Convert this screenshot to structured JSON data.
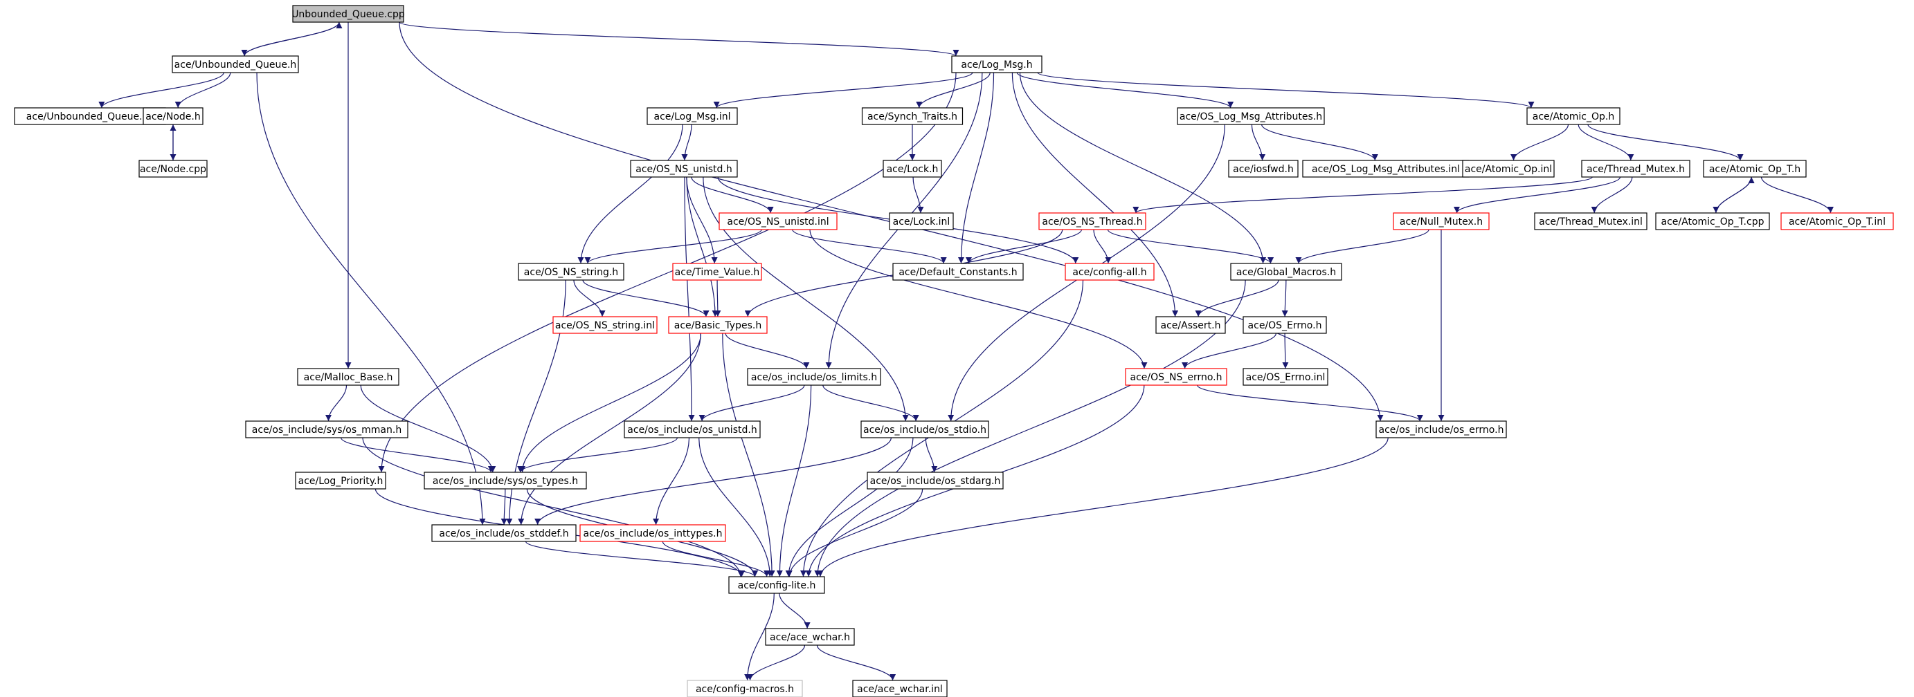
{
  "colors": {
    "edge": "#191970",
    "border_normal": "#000000",
    "border_truncated": "#ff0000",
    "border_external": "#bfbfbf",
    "root_fill": "#bfbfbf",
    "node_fill": "#ffffff",
    "text": "#000000"
  },
  "nodes": [
    {
      "id": "unbounded_queue_cpp",
      "label": "Unbounded_Queue.cpp",
      "style": "root"
    },
    {
      "id": "unbounded_queue_h",
      "label": "ace/Unbounded_Queue.h",
      "style": "normal"
    },
    {
      "id": "log_msg_h",
      "label": "ace/Log_Msg.h",
      "style": "normal"
    },
    {
      "id": "unbounded_queue_inl",
      "label": "ace/Unbounded_Queue.inl",
      "style": "normal"
    },
    {
      "id": "node_h",
      "label": "ace/Node.h",
      "style": "normal"
    },
    {
      "id": "node_cpp",
      "label": "ace/Node.cpp",
      "style": "normal"
    },
    {
      "id": "log_msg_inl",
      "label": "ace/Log_Msg.inl",
      "style": "normal"
    },
    {
      "id": "synch_traits_h",
      "label": "ace/Synch_Traits.h",
      "style": "normal"
    },
    {
      "id": "os_log_msg_attributes_h",
      "label": "ace/OS_Log_Msg_Attributes.h",
      "style": "normal"
    },
    {
      "id": "atomic_op_h",
      "label": "ace/Atomic_Op.h",
      "style": "normal"
    },
    {
      "id": "os_ns_unistd_h",
      "label": "ace/OS_NS_unistd.h",
      "style": "normal"
    },
    {
      "id": "lock_h",
      "label": "ace/Lock.h",
      "style": "normal"
    },
    {
      "id": "iosfwd_h",
      "label": "ace/iosfwd.h",
      "style": "normal"
    },
    {
      "id": "os_log_msg_attributes_inl",
      "label": "ace/OS_Log_Msg_Attributes.inl",
      "style": "normal"
    },
    {
      "id": "atomic_op_inl",
      "label": "ace/Atomic_Op.inl",
      "style": "normal"
    },
    {
      "id": "thread_mutex_h",
      "label": "ace/Thread_Mutex.h",
      "style": "normal"
    },
    {
      "id": "atomic_op_t_h",
      "label": "ace/Atomic_Op_T.h",
      "style": "normal"
    },
    {
      "id": "os_ns_unistd_inl",
      "label": "ace/OS_NS_unistd.inl",
      "style": "truncated"
    },
    {
      "id": "lock_inl",
      "label": "ace/Lock.inl",
      "style": "normal"
    },
    {
      "id": "os_ns_thread_h",
      "label": "ace/OS_NS_Thread.h",
      "style": "truncated"
    },
    {
      "id": "null_mutex_h",
      "label": "ace/Null_Mutex.h",
      "style": "truncated"
    },
    {
      "id": "thread_mutex_inl",
      "label": "ace/Thread_Mutex.inl",
      "style": "normal"
    },
    {
      "id": "atomic_op_t_cpp",
      "label": "ace/Atomic_Op_T.cpp",
      "style": "normal"
    },
    {
      "id": "atomic_op_t_inl",
      "label": "ace/Atomic_Op_T.inl",
      "style": "truncated"
    },
    {
      "id": "os_ns_string_h",
      "label": "ace/OS_NS_string.h",
      "style": "normal"
    },
    {
      "id": "time_value_h",
      "label": "ace/Time_Value.h",
      "style": "truncated"
    },
    {
      "id": "default_constants_h",
      "label": "ace/Default_Constants.h",
      "style": "normal"
    },
    {
      "id": "config_all_h",
      "label": "ace/config-all.h",
      "style": "truncated"
    },
    {
      "id": "global_macros_h",
      "label": "ace/Global_Macros.h",
      "style": "normal"
    },
    {
      "id": "os_ns_string_inl",
      "label": "ace/OS_NS_string.inl",
      "style": "truncated"
    },
    {
      "id": "basic_types_h",
      "label": "ace/Basic_Types.h",
      "style": "truncated"
    },
    {
      "id": "assert_h",
      "label": "ace/Assert.h",
      "style": "normal"
    },
    {
      "id": "os_errno_h",
      "label": "ace/OS_Errno.h",
      "style": "normal"
    },
    {
      "id": "malloc_base_h",
      "label": "ace/Malloc_Base.h",
      "style": "normal"
    },
    {
      "id": "os_include_os_limits_h",
      "label": "ace/os_include/os_limits.h",
      "style": "normal"
    },
    {
      "id": "os_ns_errno_h",
      "label": "ace/OS_NS_errno.h",
      "style": "truncated"
    },
    {
      "id": "os_errno_inl",
      "label": "ace/OS_Errno.inl",
      "style": "normal"
    },
    {
      "id": "os_include_sys_os_mman_h",
      "label": "ace/os_include/sys/os_mman.h",
      "style": "normal"
    },
    {
      "id": "os_include_os_unistd_h",
      "label": "ace/os_include/os_unistd.h",
      "style": "normal"
    },
    {
      "id": "os_include_os_stdio_h",
      "label": "ace/os_include/os_stdio.h",
      "style": "normal"
    },
    {
      "id": "os_include_os_errno_h",
      "label": "ace/os_include/os_errno.h",
      "style": "normal"
    },
    {
      "id": "log_priority_h",
      "label": "ace/Log_Priority.h",
      "style": "normal"
    },
    {
      "id": "os_include_sys_os_types_h",
      "label": "ace/os_include/sys/os_types.h",
      "style": "normal"
    },
    {
      "id": "os_include_os_stdarg_h",
      "label": "ace/os_include/os_stdarg.h",
      "style": "normal"
    },
    {
      "id": "os_include_os_stddef_h",
      "label": "ace/os_include/os_stddef.h",
      "style": "normal"
    },
    {
      "id": "os_include_os_inttypes_h",
      "label": "ace/os_include/os_inttypes.h",
      "style": "truncated"
    },
    {
      "id": "config_lite_h",
      "label": "ace/config-lite.h",
      "style": "normal"
    },
    {
      "id": "ace_wchar_h",
      "label": "ace/ace_wchar.h",
      "style": "normal"
    },
    {
      "id": "config_macros_h",
      "label": "ace/config-macros.h",
      "style": "external"
    },
    {
      "id": "ace_wchar_inl",
      "label": "ace/ace_wchar.inl",
      "style": "normal"
    }
  ],
  "edges": [
    [
      "unbounded_queue_cpp",
      "unbounded_queue_h"
    ],
    [
      "unbounded_queue_h",
      "unbounded_queue_cpp"
    ],
    [
      "unbounded_queue_cpp",
      "log_msg_h"
    ],
    [
      "unbounded_queue_cpp",
      "malloc_base_h"
    ],
    [
      "unbounded_queue_cpp",
      "os_include_os_errno_h"
    ],
    [
      "unbounded_queue_h",
      "unbounded_queue_inl"
    ],
    [
      "unbounded_queue_h",
      "node_h"
    ],
    [
      "unbounded_queue_h",
      "os_include_os_stddef_h"
    ],
    [
      "node_h",
      "node_cpp"
    ],
    [
      "node_cpp",
      "node_h"
    ],
    [
      "log_msg_h",
      "log_msg_inl"
    ],
    [
      "log_msg_h",
      "synch_traits_h"
    ],
    [
      "log_msg_h",
      "os_log_msg_attributes_h"
    ],
    [
      "log_msg_h",
      "atomic_op_h"
    ],
    [
      "log_msg_h",
      "log_priority_h"
    ],
    [
      "log_msg_h",
      "default_constants_h"
    ],
    [
      "log_msg_h",
      "global_macros_h"
    ],
    [
      "log_msg_h",
      "assert_h"
    ],
    [
      "log_msg_h",
      "os_include_os_limits_h"
    ],
    [
      "log_msg_inl",
      "os_ns_unistd_h"
    ],
    [
      "log_msg_inl",
      "os_ns_string_h"
    ],
    [
      "synch_traits_h",
      "lock_h"
    ],
    [
      "lock_h",
      "lock_inl"
    ],
    [
      "os_log_msg_attributes_h",
      "iosfwd_h"
    ],
    [
      "os_log_msg_attributes_h",
      "os_log_msg_attributes_inl"
    ],
    [
      "os_log_msg_attributes_h",
      "os_include_os_stdio_h"
    ],
    [
      "atomic_op_h",
      "atomic_op_inl"
    ],
    [
      "atomic_op_h",
      "thread_mutex_h"
    ],
    [
      "atomic_op_h",
      "atomic_op_t_h"
    ],
    [
      "thread_mutex_h",
      "os_ns_thread_h"
    ],
    [
      "thread_mutex_h",
      "null_mutex_h"
    ],
    [
      "thread_mutex_h",
      "thread_mutex_inl"
    ],
    [
      "atomic_op_t_h",
      "atomic_op_t_cpp"
    ],
    [
      "atomic_op_t_cpp",
      "atomic_op_t_h"
    ],
    [
      "atomic_op_t_h",
      "atomic_op_t_inl"
    ],
    [
      "os_ns_unistd_h",
      "os_ns_unistd_inl"
    ],
    [
      "os_ns_unistd_h",
      "time_value_h"
    ],
    [
      "os_ns_unistd_h",
      "basic_types_h"
    ],
    [
      "os_ns_unistd_h",
      "os_include_os_unistd_h"
    ],
    [
      "os_ns_unistd_h",
      "os_include_os_stdio_h"
    ],
    [
      "os_ns_unistd_h",
      "config_all_h"
    ],
    [
      "os_ns_unistd_inl",
      "os_ns_string_h"
    ],
    [
      "os_ns_unistd_inl",
      "default_constants_h"
    ],
    [
      "os_ns_unistd_inl",
      "os_ns_errno_h"
    ],
    [
      "os_ns_thread_h",
      "default_constants_h"
    ],
    [
      "os_ns_thread_h",
      "config_all_h"
    ],
    [
      "os_ns_thread_h",
      "global_macros_h"
    ],
    [
      "os_ns_thread_h",
      "basic_types_h"
    ],
    [
      "null_mutex_h",
      "global_macros_h"
    ],
    [
      "null_mutex_h",
      "os_include_os_errno_h"
    ],
    [
      "time_value_h",
      "basic_types_h"
    ],
    [
      "os_ns_string_h",
      "os_ns_string_inl"
    ],
    [
      "os_ns_string_h",
      "basic_types_h"
    ],
    [
      "os_ns_string_h",
      "os_include_os_stddef_h"
    ],
    [
      "global_macros_h",
      "assert_h"
    ],
    [
      "global_macros_h",
      "os_errno_h"
    ],
    [
      "global_macros_h",
      "config_lite_h"
    ],
    [
      "os_errno_h",
      "os_ns_errno_h"
    ],
    [
      "os_errno_h",
      "os_errno_inl"
    ],
    [
      "os_ns_errno_h",
      "os_include_os_errno_h"
    ],
    [
      "os_ns_errno_h",
      "config_lite_h"
    ],
    [
      "config_all_h",
      "config_lite_h"
    ],
    [
      "basic_types_h",
      "os_include_os_limits_h"
    ],
    [
      "basic_types_h",
      "os_include_sys_os_types_h"
    ],
    [
      "basic_types_h",
      "os_include_os_stddef_h"
    ],
    [
      "basic_types_h",
      "config_lite_h"
    ],
    [
      "malloc_base_h",
      "os_include_sys_os_mman_h"
    ],
    [
      "malloc_base_h",
      "os_include_sys_os_types_h"
    ],
    [
      "os_include_os_limits_h",
      "os_include_os_unistd_h"
    ],
    [
      "os_include_os_limits_h",
      "os_include_os_stdio_h"
    ],
    [
      "os_include_os_limits_h",
      "config_lite_h"
    ],
    [
      "os_include_sys_os_mman_h",
      "os_include_sys_os_types_h"
    ],
    [
      "os_include_sys_os_mman_h",
      "config_lite_h"
    ],
    [
      "os_include_os_unistd_h",
      "os_include_sys_os_types_h"
    ],
    [
      "os_include_os_unistd_h",
      "os_include_os_inttypes_h"
    ],
    [
      "os_include_os_unistd_h",
      "config_lite_h"
    ],
    [
      "os_include_os_stdio_h",
      "os_include_os_stdarg_h"
    ],
    [
      "os_include_os_stdio_h",
      "os_include_os_stddef_h"
    ],
    [
      "os_include_os_stdio_h",
      "config_lite_h"
    ],
    [
      "os_include_os_errno_h",
      "config_lite_h"
    ],
    [
      "log_priority_h",
      "config_lite_h"
    ],
    [
      "os_include_sys_os_types_h",
      "os_include_os_stddef_h"
    ],
    [
      "os_include_sys_os_types_h",
      "config_lite_h"
    ],
    [
      "os_include_os_stdarg_h",
      "config_lite_h"
    ],
    [
      "os_include_os_stddef_h",
      "config_lite_h"
    ],
    [
      "os_include_os_inttypes_h",
      "config_lite_h"
    ],
    [
      "config_lite_h",
      "ace_wchar_h"
    ],
    [
      "config_lite_h",
      "config_macros_h"
    ],
    [
      "ace_wchar_h",
      "config_macros_h"
    ],
    [
      "ace_wchar_h",
      "ace_wchar_inl"
    ]
  ]
}
